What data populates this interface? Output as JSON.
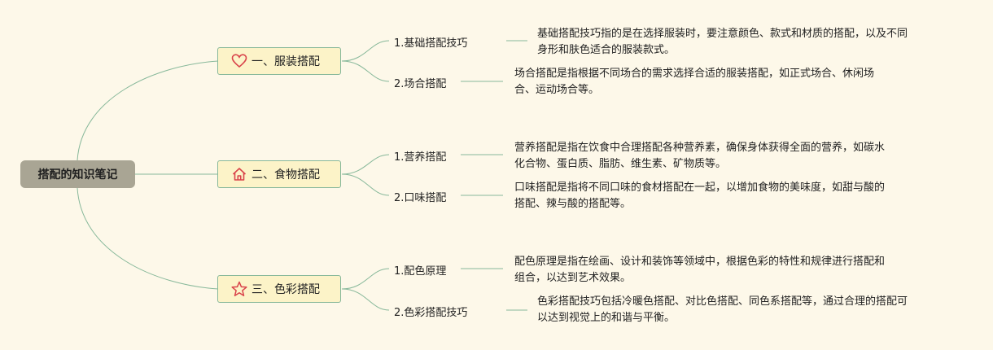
{
  "root": {
    "label": "搭配的知识笔记"
  },
  "categories": [
    {
      "label": "一、服装搭配",
      "icon": "heart-icon",
      "icon_color": "#d9434a",
      "items": [
        {
          "label": "1.基础搭配技巧",
          "desc": "基础搭配技巧指的是在选择服装时，要注意颜色、款式和材质的搭配，以及不同\n身形和肤色适合的服装款式。"
        },
        {
          "label": "2.场合搭配",
          "desc": "场合搭配是指根据不同场合的需求选择合适的服装搭配，如正式场合、休闲场\n合、运动场合等。"
        }
      ]
    },
    {
      "label": "二、食物搭配",
      "icon": "home-icon",
      "icon_color": "#d9434a",
      "items": [
        {
          "label": "1.营养搭配",
          "desc": "营养搭配是指在饮食中合理搭配各种营养素，确保身体获得全面的营养，如碳水\n化合物、蛋白质、脂肪、维生素、矿物质等。"
        },
        {
          "label": "2.口味搭配",
          "desc": "口味搭配是指将不同口味的食材搭配在一起，以增加食物的美味度，如甜与酸的\n搭配、辣与酸的搭配等。"
        }
      ]
    },
    {
      "label": "三、色彩搭配",
      "icon": "star-icon",
      "icon_color": "#d9434a",
      "items": [
        {
          "label": "1.配色原理",
          "desc": "配色原理是指在绘画、设计和装饰等领域中，根据色彩的特性和规律进行搭配和\n组合，以达到艺术效果。"
        },
        {
          "label": "2.色彩搭配技巧",
          "desc": "色彩搭配技巧包括冷暖色搭配、对比色搭配、同色系搭配等，通过合理的搭配可\n以达到视觉上的和谐与平衡。"
        }
      ]
    }
  ],
  "colors": {
    "background": "#fdf8e9",
    "line": "#87b89a",
    "root_fill": "#a9a594",
    "category_fill": "#fcf3c8"
  }
}
